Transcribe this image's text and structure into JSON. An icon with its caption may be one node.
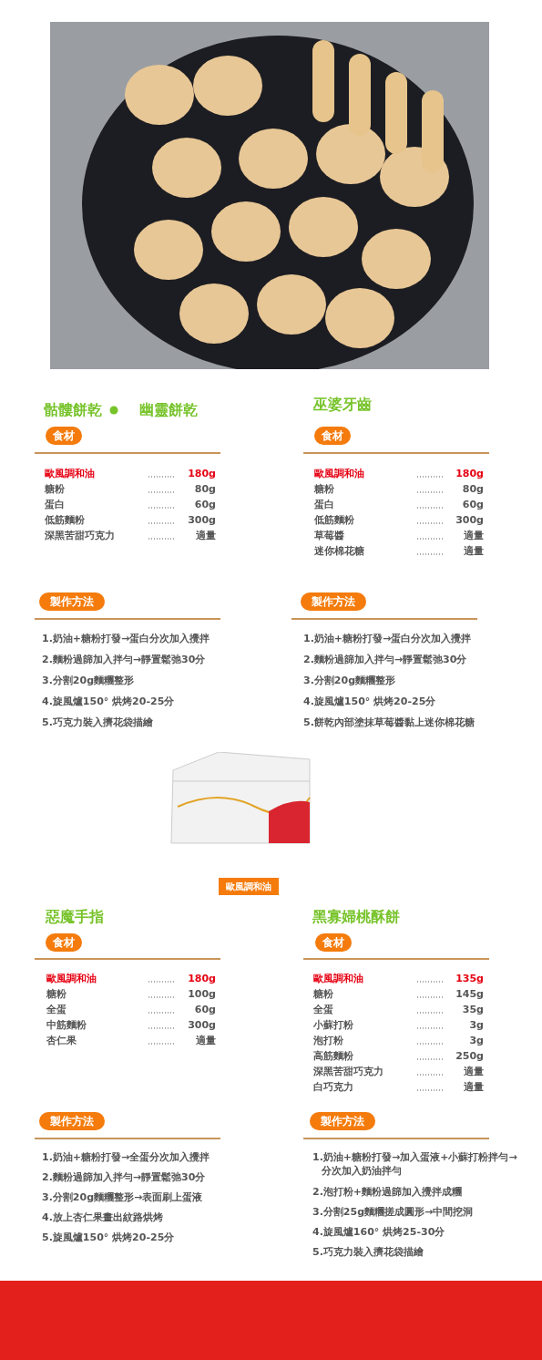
{
  "diagram": {
    "nodes": [
      {
        "text": [
          "食材"
        ]
      },
      {
        "text": [
          "製作方法"
        ]
      },
      {
        "text": [
          "食材"
        ]
      },
      {
        "text": [
          "製作方法"
        ]
      },
      {
        "text": [
          "歐風調和油"
        ]
      },
      {
        "text": [
          "食材"
        ]
      },
      {
        "text": [
          "製作方法"
        ]
      },
      {
        "text": [
          "食材"
        ]
      },
      {
        "text": [
          "製作方法"
        ]
      }
    ],
    "labels": [
      "骷髏餅乾",
      "幽靈餅乾",
      "歐風調和油",
      "180g",
      "糖粉",
      "80g",
      "蛋白",
      "60g",
      "低筋麵粉",
      "300g",
      "深黑苦甜巧克力",
      "適量",
      "1.奶油+糖粉打發→蛋白分次加入攪拌",
      "2.麵粉過篩加入拌勻→靜置鬆弛30分",
      "3.分割20g麵糰整形",
      "4.旋風爐150° 烘烤20-25分",
      "5.巧克力裝入擠花袋描繪",
      "巫婆牙齒",
      "歐風調和油",
      "180g",
      "糖粉",
      "80g",
      "蛋白",
      "60g",
      "低筋麵粉",
      "300g",
      "草莓醬",
      "適量",
      "迷你棉花糖",
      "適量",
      "1.奶油+糖粉打發→蛋白分次加入攪拌",
      "2.麵粉過篩加入拌勻→靜置鬆弛30分",
      "3.分割20g麵糰整形",
      "4.旋風爐150° 烘烤20-25分",
      "5.餅乾內部塗抹草莓醬黏上迷你棉花糖",
      "惡魔手指",
      "歐風調和油",
      "180g",
      "糖粉",
      "100g",
      "全蛋",
      "60g",
      "中筋麵粉",
      "300g",
      "杏仁果",
      "適量",
      "1.奶油+糖粉打發→全蛋分次加入攪拌",
      "2.麵粉過篩加入拌勻→靜置鬆弛30分",
      "3.分割20g麵糰整形→表面刷上蛋液",
      "4.放上杏仁果畫出紋路烘烤",
      "5.旋風爐150° 烘烤20-25分",
      "黑寡婦桃酥餅",
      "歐風調和油",
      "135g",
      "糖粉",
      "145g",
      "全蛋",
      "35g",
      "小蘇打粉",
      "3g",
      "泡打粉",
      "3g",
      "高筋麵粉",
      "250g",
      "深黑苦甜巧克力",
      "適量",
      "白巧克力",
      "適量",
      "1.奶油+糖粉打發→加入蛋液+小蘇打粉拌勻→分次加入奶油拌勻",
      "2.泡打粉+麵粉過篩加入攪拌成糰",
      "3.分割25g麵糰搓成圓形→中間挖洞",
      "4.旋風爐160° 烘烤25-30分",
      "5.巧克力裝入擠花袋描繪"
    ]
  }
}
